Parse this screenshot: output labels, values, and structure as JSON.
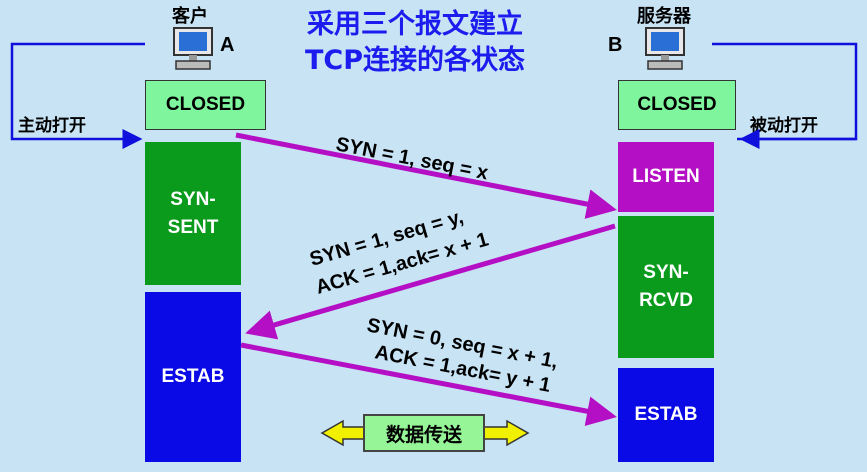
{
  "title": {
    "line1": "采用三个报文建立",
    "line2": "TCP连接的各状态"
  },
  "client": {
    "label": "客户",
    "letter": "A",
    "side_label": "主动打开"
  },
  "server": {
    "label": "服务器",
    "letter": "B",
    "side_label": "被动打开"
  },
  "client_states": [
    {
      "text": "CLOSED",
      "color": "#7ff59d"
    },
    {
      "text": "SYN-\nSENT",
      "color": "#0a9a1c"
    },
    {
      "text": "ESTAB",
      "color": "#0a0ae6"
    }
  ],
  "server_states": [
    {
      "text": "CLOSED",
      "color": "#7ff59d"
    },
    {
      "text": "LISTEN",
      "color": "#b40fc4"
    },
    {
      "text": "SYN-\nRCVD",
      "color": "#0a9a1c"
    },
    {
      "text": "ESTAB",
      "color": "#0a0ae6"
    }
  ],
  "messages": {
    "m1": "SYN = 1, seq = x",
    "m2_line1": "SYN = 1, seq = y,",
    "m2_line2": "ACK = 1,ack= x + 1",
    "m3_line1": "SYN = 0, seq = x + 1,",
    "m3_line2": "ACK = 1,ack= y + 1"
  },
  "data_transfer": "数据传送",
  "colors": {
    "background": "#c7e3f4",
    "title": "#1c1cee",
    "message_arrow": "#b40fc4",
    "open_arrow": "#1010dd",
    "data_arrow": "#f0f000"
  }
}
